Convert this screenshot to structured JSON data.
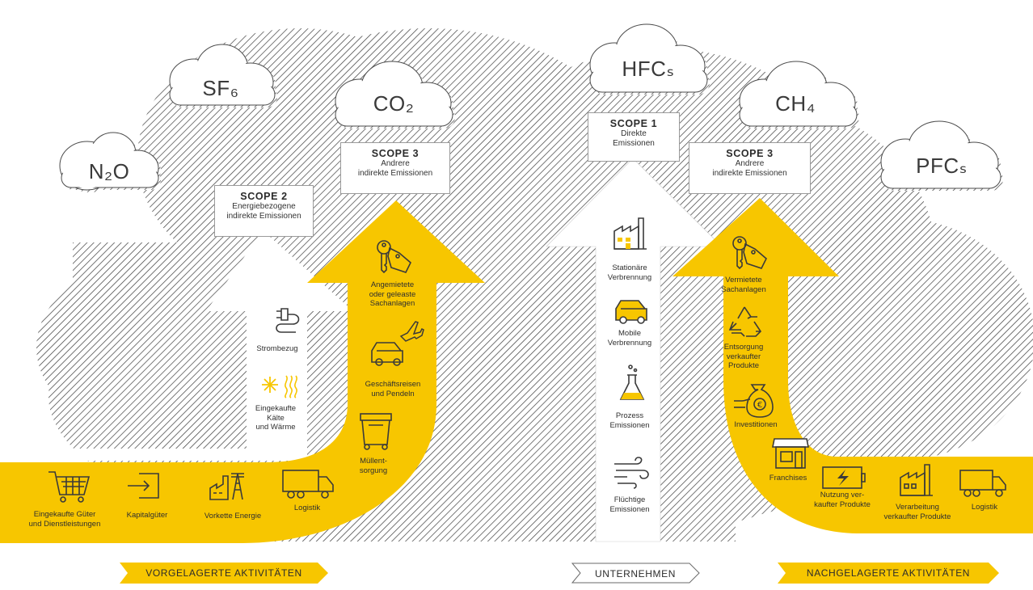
{
  "gases": {
    "n2o": "N₂O",
    "sf6": "SF₆",
    "co2": "CO₂",
    "hfcs": "HFCₛ",
    "ch4": "CH₄",
    "pfcs": "PFCₛ"
  },
  "scopes": {
    "scope2": {
      "title": "SCOPE 2",
      "line1": "Energiebezogene",
      "line2": "indirekte Emissionen"
    },
    "scope3_up": {
      "title": "SCOPE 3",
      "line1": "Andrere",
      "line2": "indirekte Emissionen"
    },
    "scope1": {
      "title": "SCOPE 1",
      "line1": "Direkte",
      "line2": "Emissionen"
    },
    "scope3_down": {
      "title": "SCOPE 3",
      "line1": "Andrere",
      "line2": "indirekte Emissionen"
    }
  },
  "scope2_items": {
    "strombezug": "Strombezug",
    "kaelte_1": "Eingekaufte",
    "kaelte_2": "Kälte",
    "kaelte_3": "und Wärme"
  },
  "upstream_arrow_items": {
    "angemietete_1": "Angemietete",
    "angemietete_2": "oder geleaste",
    "angemietete_3": "Sachanlagen",
    "reisen_1": "Geschäftsreisen",
    "reisen_2": "und Pendeln",
    "muell_1": "Müllent-",
    "muell_2": "sorgung"
  },
  "upstream_band_items": {
    "gueter_1": "Eingekaufte Güter",
    "gueter_2": "und Dienstleistungen",
    "kapital": "Kapitalgüter",
    "energie": "Vorkette Energie",
    "logistik": "Logistik"
  },
  "scope1_items": {
    "stationaer_1": "Stationäre",
    "stationaer_2": "Verbrennung",
    "mobil_1": "Mobile",
    "mobil_2": "Verbrennung",
    "prozess_1": "Prozess",
    "prozess_2": "Emissionen",
    "fluechtig_1": "Flüchtige",
    "fluechtig_2": "Emissionen"
  },
  "downstream_items": {
    "vermietete_1": "Vermietete",
    "vermietete_2": "Sachanlagen",
    "entsorgung_1": "Entsorgung",
    "entsorgung_2": "verkaufter",
    "entsorgung_3": "Produkte",
    "investitionen": "Investitionen",
    "franchises": "Franchises",
    "nutzung_1": "Nutzung ver-",
    "nutzung_2": "kaufter Produkte",
    "verarbeitung_1": "Verarbeitung",
    "verarbeitung_2": "verkaufter Produkte",
    "logistik": "Logistik"
  },
  "bottom_labels": {
    "upstream": "VORGELAGERTE AKTIVITÄTEN",
    "company": "UNTERNEHMEN",
    "downstream": "NACHGELAGERTE AKTIVITÄTEN"
  },
  "colors": {
    "yellow": "#F7C600",
    "icon_dark": "#4a4a4a",
    "hatch": "#3c3c3c",
    "border": "#9a9a9a"
  },
  "icons": [
    "plug-icon",
    "snowflake-icon",
    "heat-waves-icon",
    "key-tag-icon",
    "airplane-icon",
    "car-icon",
    "waste-bin-icon",
    "shopping-cart-icon",
    "login-arrow-icon",
    "power-plant-icon",
    "truck-icon",
    "factory-icon",
    "flask-icon",
    "wind-icon",
    "recycle-icon",
    "money-bag-icon",
    "shop-icon",
    "battery-icon"
  ]
}
